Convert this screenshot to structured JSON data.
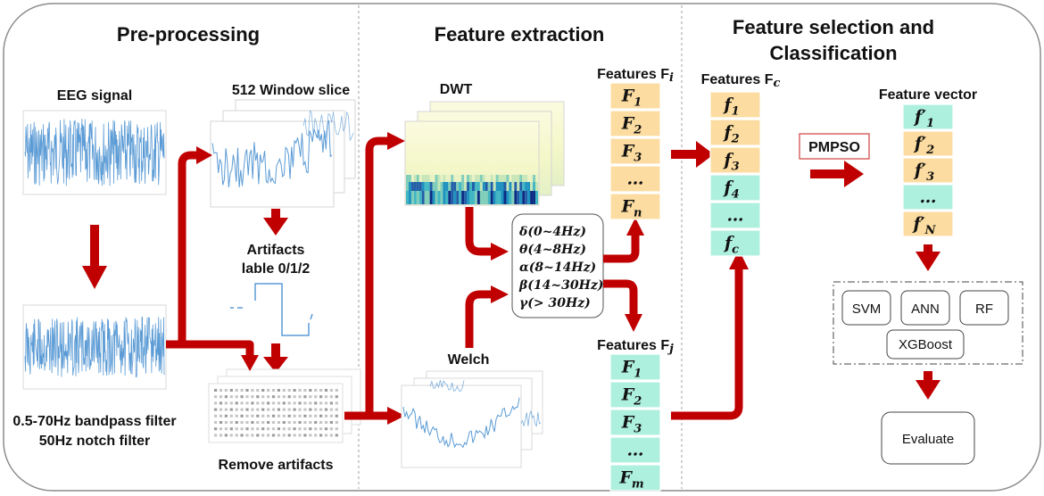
{
  "sections": {
    "preprocessing": "Pre-processing",
    "feature_extraction": "Feature extraction",
    "selection_line1": "Feature selection and",
    "selection_line2": "Classification"
  },
  "preprocessing": {
    "eeg_signal": "EEG signal",
    "window_slice": "512 Window slice",
    "artifacts_line1": "Artifacts",
    "artifacts_line2": "lable 0/1/2",
    "filter_line1": "0.5-70Hz bandpass filter",
    "filter_line2": "50Hz notch filter",
    "remove_artifacts": "Remove artifacts"
  },
  "extraction": {
    "dwt": "DWT",
    "welch": "Welch",
    "bands": [
      "δ(0~4Hz)",
      "θ(4~8Hz)",
      "α(8~14Hz)",
      "β(14~30Hz)",
      "γ(> 30Hz)"
    ],
    "features_i_label": "Features F",
    "features_i_sub": "i",
    "features_i": [
      {
        "base": "F",
        "sub": "1"
      },
      {
        "base": "F",
        "sub": "2"
      },
      {
        "base": "F",
        "sub": "3"
      },
      {
        "base": "…",
        "sub": ""
      },
      {
        "base": "F",
        "sub": "n"
      }
    ],
    "features_j_label": "Features F",
    "features_j_sub": "j",
    "features_j": [
      {
        "base": "F",
        "sub": "1"
      },
      {
        "base": "F",
        "sub": "2"
      },
      {
        "base": "F",
        "sub": "3"
      },
      {
        "base": "…",
        "sub": ""
      },
      {
        "base": "F",
        "sub": "m"
      }
    ]
  },
  "selection": {
    "features_c_label": "Features F",
    "features_c_sub": "c",
    "features_c": [
      {
        "base": "f",
        "sub": "1"
      },
      {
        "base": "f",
        "sub": "2"
      },
      {
        "base": "f",
        "sub": "3"
      },
      {
        "base": "f",
        "sub": "4"
      },
      {
        "base": "…",
        "sub": ""
      },
      {
        "base": "f",
        "sub": "c"
      }
    ],
    "pmpso": "PMPSO",
    "feature_vector": "Feature vector",
    "vector": [
      {
        "base": "f′",
        "sub": "1"
      },
      {
        "base": "f′",
        "sub": "2"
      },
      {
        "base": "f′",
        "sub": "3"
      },
      {
        "base": "…",
        "sub": ""
      },
      {
        "base": "f′",
        "sub": "N"
      }
    ],
    "classifiers": [
      "SVM",
      "ANN",
      "RF",
      "XGBoost"
    ],
    "evaluate": "Evaluate"
  },
  "colors": {
    "arrow": "#c00000",
    "feature_orange": "#fcdca0",
    "feature_green": "#aef0de",
    "signal": "#5b9bd5",
    "frame": "#8c8c8c",
    "pmpso_border": "#d04040"
  }
}
